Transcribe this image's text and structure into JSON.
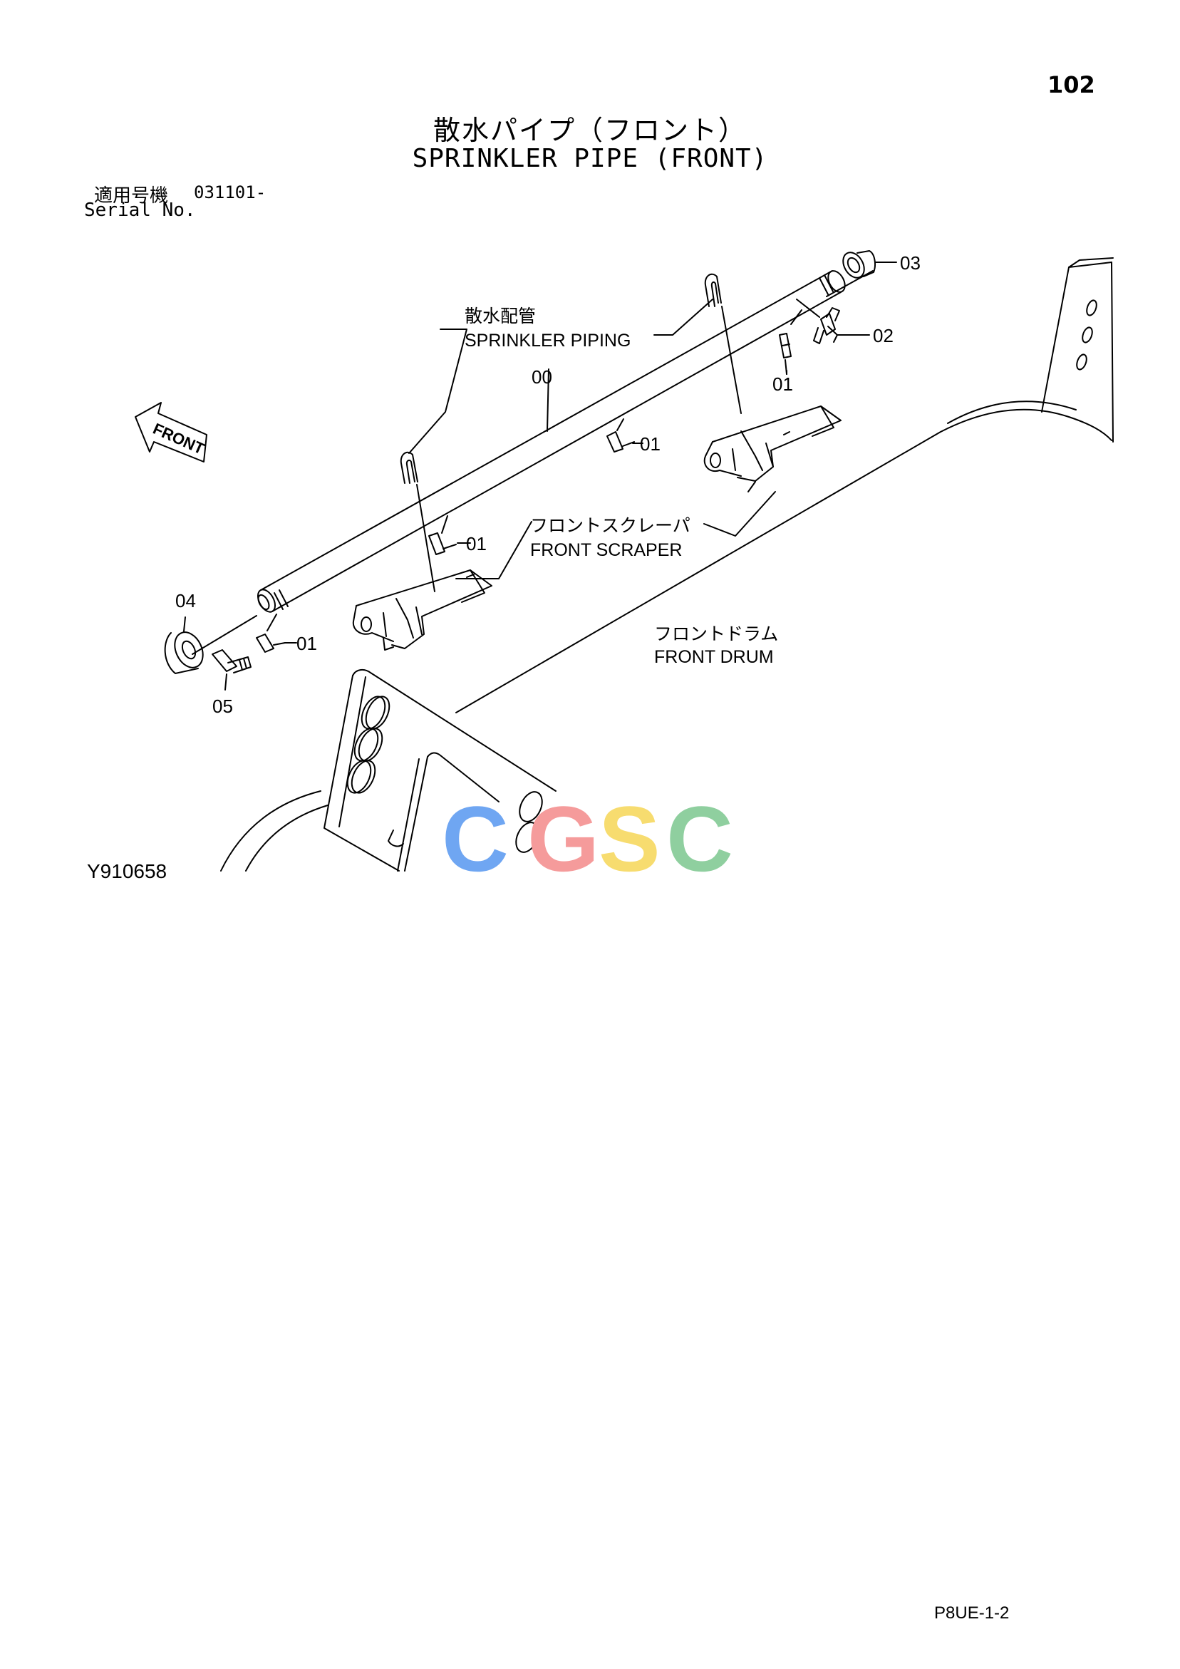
{
  "page": {
    "number": "102",
    "title_jp": "散水パイプ（フロント）",
    "title_en": "SPRINKLER PIPE (FRONT)",
    "serial_label_jp": "適用号機",
    "serial_range": "031101-",
    "serial_label_en": "Serial No.",
    "drawing_id": "Y910658",
    "footer_code": "P8UE-1-2"
  },
  "callouts": {
    "sprinkler_piping_jp": "散水配管",
    "sprinkler_piping_en": "SPRINKLER PIPING",
    "front_scraper_jp": "フロントスクレーパ",
    "front_scraper_en": "FRONT SCRAPER",
    "front_drum_jp": "フロントドラム",
    "front_drum_en": "FRONT DRUM",
    "front_arrow": "FRONT"
  },
  "part_numbers": {
    "p00": "00",
    "p01": "01",
    "p02": "02",
    "p03": "03",
    "p04": "04",
    "p05": "05"
  },
  "watermark": {
    "text": "CGSC",
    "colors": [
      "#6fa6f2",
      "#f59b9b",
      "#f7dc6f",
      "#8fcf9f"
    ]
  }
}
